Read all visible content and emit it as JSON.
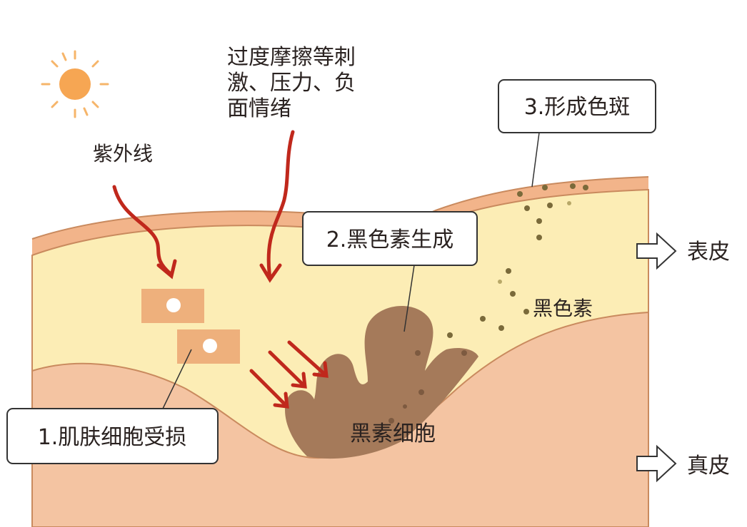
{
  "labels": {
    "uv": "紫外线",
    "stimulus_line1": "过度摩擦等刺",
    "stimulus_line2": "激、压力、负",
    "stimulus_line3": "面情绪",
    "step1": "1.肌肤细胞受损",
    "step2": "2.黑色素生成",
    "step3": "3.形成色斑",
    "melanin": "黑色素",
    "melanocyte": "黑素细胞",
    "epidermis": "表皮",
    "dermis": "真皮"
  },
  "colors": {
    "sun": "#f6a653",
    "skin_surface": "#f2b48a",
    "epidermis": "#fcedb5",
    "dermis": "#f4c4a2",
    "damaged_cell": "#eeb07c",
    "melanocyte": "#a57a5a",
    "melanin_dot": "#7a6a3a",
    "arrow_red": "#c0281c"
  }
}
